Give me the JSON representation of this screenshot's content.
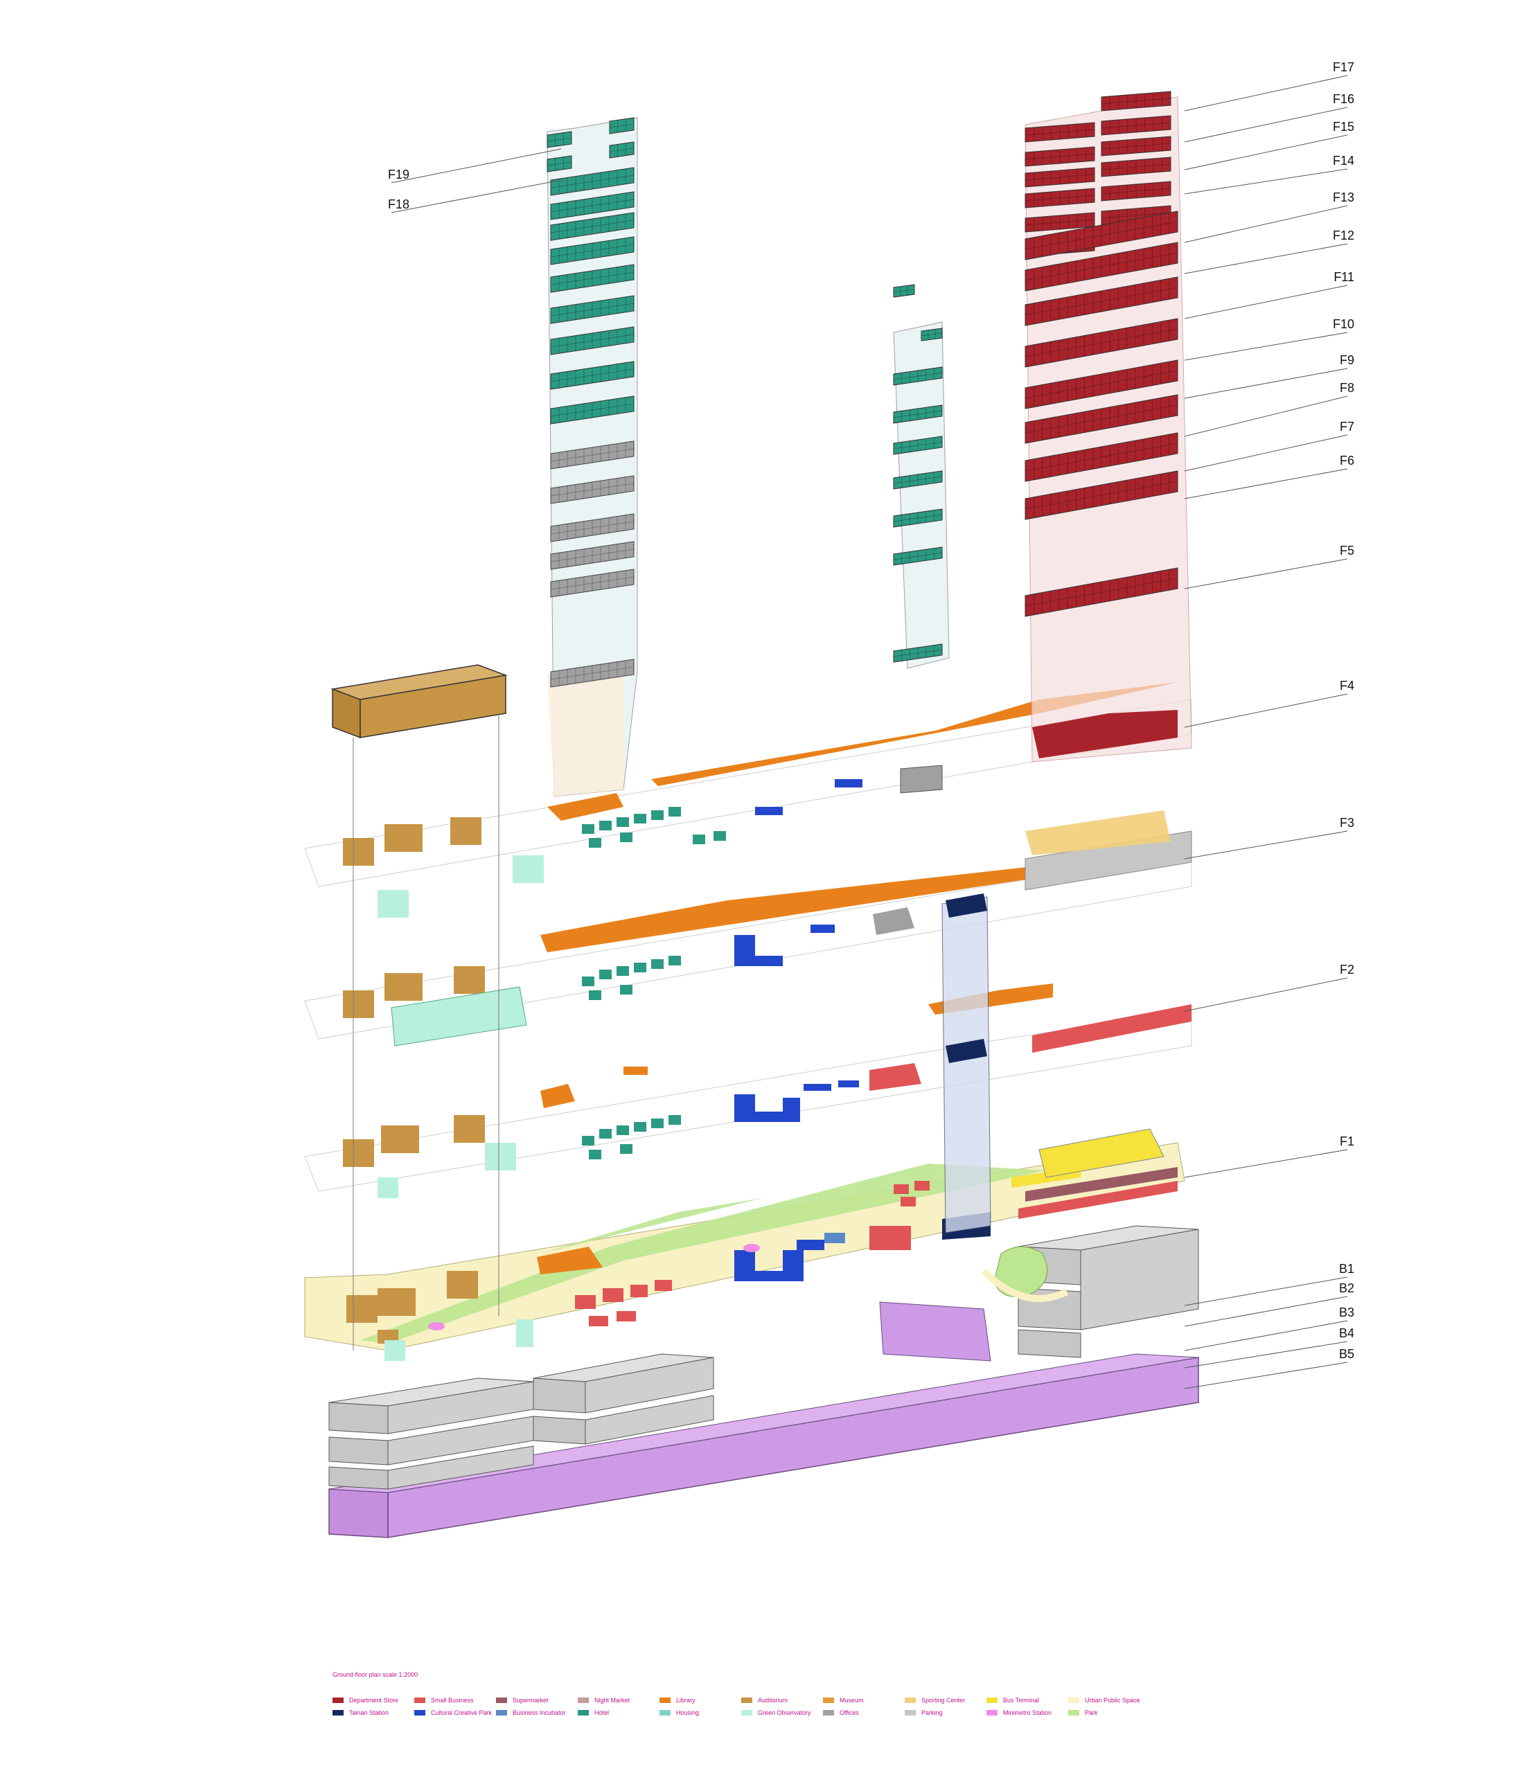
{
  "floor_labels": {
    "right": [
      "F17",
      "F16",
      "F15",
      "F14",
      "F13",
      "F12",
      "F11",
      "F10",
      "F9",
      "F8",
      "F7",
      "F6",
      "F5",
      "F4",
      "F3",
      "F2",
      "F1",
      "B1",
      "B2",
      "B3",
      "B4",
      "B5"
    ],
    "left": [
      "F19",
      "F18"
    ]
  },
  "caption": "Ground floor plan  scale 1:2000",
  "legend": [
    {
      "label": "Department Store",
      "color": "#a8232b"
    },
    {
      "label": "Small Business",
      "color": "#e05456"
    },
    {
      "label": "Supermarket",
      "color": "#9a5a62"
    },
    {
      "label": "Night Market",
      "color": "#c79a9c"
    },
    {
      "label": "Library",
      "color": "#e8811c"
    },
    {
      "label": "Auditorium",
      "color": "#c79545"
    },
    {
      "label": "Museum",
      "color": "#e59a3a"
    },
    {
      "label": "Sporting Center",
      "color": "#f2cf7a"
    },
    {
      "label": "Bus Terminal",
      "color": "#f5e23a"
    },
    {
      "label": "Urban Public Space",
      "color": "#f8f1c4"
    },
    {
      "label": "Tainan Station",
      "color": "#15285e"
    },
    {
      "label": "Cultural Creative Park",
      "color": "#2347cc"
    },
    {
      "label": "Business Incubator",
      "color": "#5b89c8"
    },
    {
      "label": "Hotel",
      "color": "#2b9a82"
    },
    {
      "label": "Housing",
      "color": "#7fd2c6"
    },
    {
      "label": "Green Observatory",
      "color": "#b7f0dc"
    },
    {
      "label": "Offices",
      "color": "#a0a0a0"
    },
    {
      "label": "Parking",
      "color": "#c6c6c6"
    },
    {
      "label": "Minimetro Station",
      "color": "#f08ce6"
    },
    {
      "label": "Park",
      "color": "#bde690"
    }
  ],
  "colors": {
    "department_store": "#a8232b",
    "small_business": "#e05456",
    "supermarket": "#9a5a62",
    "library": "#e8811c",
    "auditorium": "#c79545",
    "sporting": "#f2cf7a",
    "bus": "#f5e23a",
    "public_space": "#f8f1c4",
    "station": "#15285e",
    "creative": "#2347cc",
    "hotel": "#2b9a82",
    "housing": "#7fd2c6",
    "green_obs": "#b7f0dc",
    "offices": "#a0a0a0",
    "parking": "#c6c6c6",
    "minimetro": "#f08ce6",
    "park": "#bde690",
    "basement": "#cd9ae6"
  }
}
